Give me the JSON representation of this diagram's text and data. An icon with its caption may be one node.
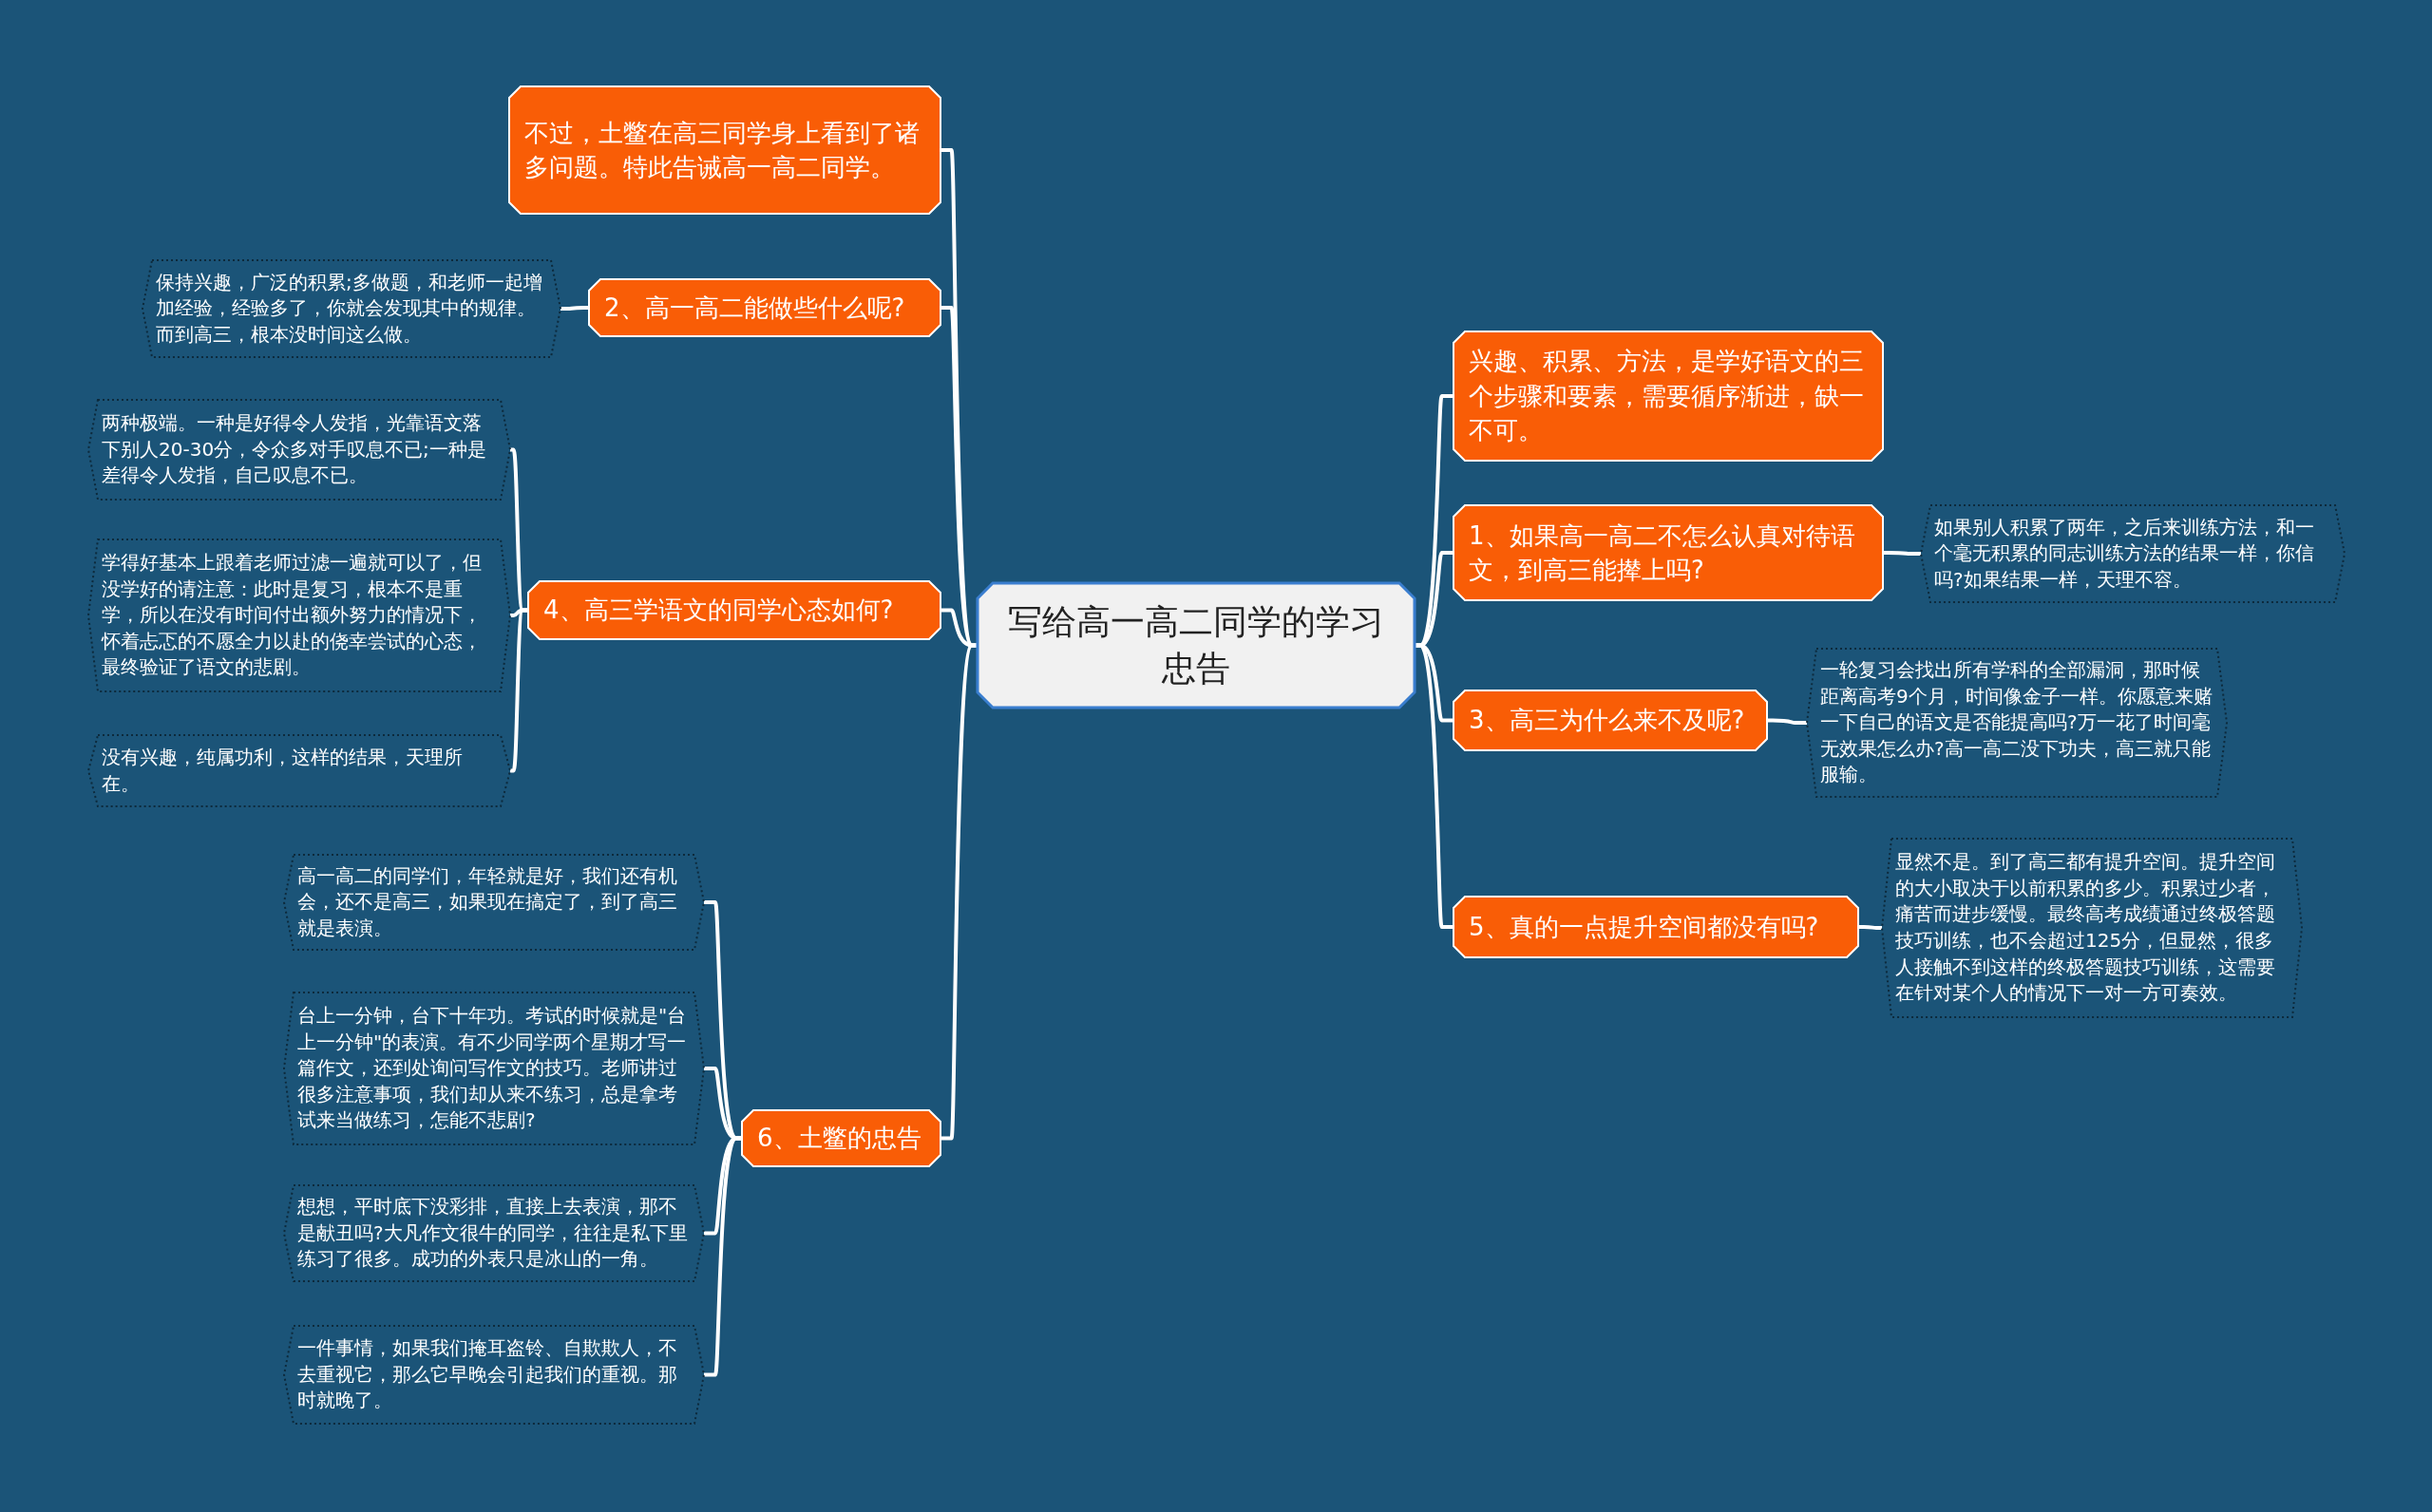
{
  "diagram": {
    "nodes": [
      {
        "text": [
          "写给高一高二同学的学习忠告"
        ]
      },
      {
        "text": [
          "不过，土鳖在高三同学身上看到了诸多问题。特此告诫高一高二同学。"
        ]
      },
      {
        "text": [
          "2、高一高二能做些什么呢?"
        ]
      },
      {
        "text": [
          "保持兴趣，广泛的积累;多做题，和老师一起增加经验，经验多了，你就会发现其中的规律。而到高三，根本没时间这么做。"
        ]
      },
      {
        "text": [
          "4、高三学语文的同学心态如何?"
        ]
      },
      {
        "text": [
          "两种极端。一种是好得令人发指，光靠语文落下别人20-30分，令众多对手叹息不已;一种是差得令人发指，自己叹息不已。"
        ]
      },
      {
        "text": [
          "学得好基本上跟着老师过滤一遍就可以了，但没学好的请注意：此时是复习，根本不是重学，所以在没有时间付出额外努力的情况下，怀着忐忑的不愿全力以赴的侥幸尝试的心态，最终验证了语文的悲剧。"
        ]
      },
      {
        "text": [
          "没有兴趣，纯属功利，这样的结果，天理所在。"
        ]
      },
      {
        "text": [
          "6、土鳖的忠告"
        ]
      },
      {
        "text": [
          "高一高二的同学们，年轻就是好，我们还有机会，还不是高三，如果现在搞定了，到了高三就是表演。"
        ]
      },
      {
        "text": [
          "台上一分钟，台下十年功。考试的时候就是\"台上一分钟\"的表演。有不少同学两个星期才写一篇作文，还到处询问写作文的技巧。老师讲过很多注意事项，我们却从来不练习，总是拿考试来当做练习，怎能不悲剧?"
        ]
      },
      {
        "text": [
          "想想，平时底下没彩排，直接上去表演，那不是献丑吗?大凡作文很牛的同学，往往是私下里练习了很多。成功的外表只是冰山的一角。"
        ]
      },
      {
        "text": [
          "一件事情，如果我们掩耳盗铃、自欺欺人，不去重视它，那么它早晚会引起我们的重视。那时就晚了。"
        ]
      },
      {
        "text": [
          "兴趣、积累、方法，是学好语文的三个步骤和要素，需要循序渐进，缺一不可。"
        ]
      },
      {
        "text": [
          "1、如果高一高二不怎么认真对待语文，到高三能撵上吗?"
        ]
      },
      {
        "text": [
          "如果别人积累了两年，之后来训练方法，和一个毫无积累的同志训练方法的结果一样，你信吗?如果结果一样，天理不容。"
        ]
      },
      {
        "text": [
          "3、高三为什么来不及呢?"
        ]
      },
      {
        "text": [
          "一轮复习会找出所有学科的全部漏洞，那时候距离高考9个月，时间像金子一样。你愿意来赌一下自己的语文是否能提高吗?万一花了时间毫无效果怎么办?高一高二没下功夫，高三就只能服输。"
        ]
      },
      {
        "text": [
          "5、真的一点提升空间都没有吗?"
        ]
      },
      {
        "text": [
          "显然不是。到了高三都有提升空间。提升空间的大小取决于以前积累的多少。积累过少者，痛苦而进步缓慢。最终高考成绩通过终极答题技巧训练，也不会超过125分，但显然，很多人接触不到这样的终极答题技巧训练，这需要在针对某个人的情况下一对一方可奏效。"
        ]
      }
    ],
    "edges": [
      {
        "from": 0,
        "to": 1,
        "arrow": "none"
      },
      {
        "from": 0,
        "to": 2,
        "arrow": "none"
      },
      {
        "from": 2,
        "to": 3,
        "arrow": "none"
      },
      {
        "from": 0,
        "to": 4,
        "arrow": "none"
      },
      {
        "from": 4,
        "to": 5,
        "arrow": "none"
      },
      {
        "from": 4,
        "to": 6,
        "arrow": "none"
      },
      {
        "from": 4,
        "to": 7,
        "arrow": "none"
      },
      {
        "from": 0,
        "to": 8,
        "arrow": "none"
      },
      {
        "from": 8,
        "to": 9,
        "arrow": "none"
      },
      {
        "from": 8,
        "to": 10,
        "arrow": "none"
      },
      {
        "from": 8,
        "to": 11,
        "arrow": "none"
      },
      {
        "from": 8,
        "to": 12,
        "arrow": "none"
      },
      {
        "from": 0,
        "to": 13,
        "arrow": "none"
      },
      {
        "from": 0,
        "to": 14,
        "arrow": "none"
      },
      {
        "from": 14,
        "to": 15,
        "arrow": "none"
      },
      {
        "from": 0,
        "to": 16,
        "arrow": "none"
      },
      {
        "from": 16,
        "to": 17,
        "arrow": "none"
      },
      {
        "from": 0,
        "to": 18,
        "arrow": "none"
      },
      {
        "from": 18,
        "to": 19,
        "arrow": "none"
      }
    ]
  }
}
